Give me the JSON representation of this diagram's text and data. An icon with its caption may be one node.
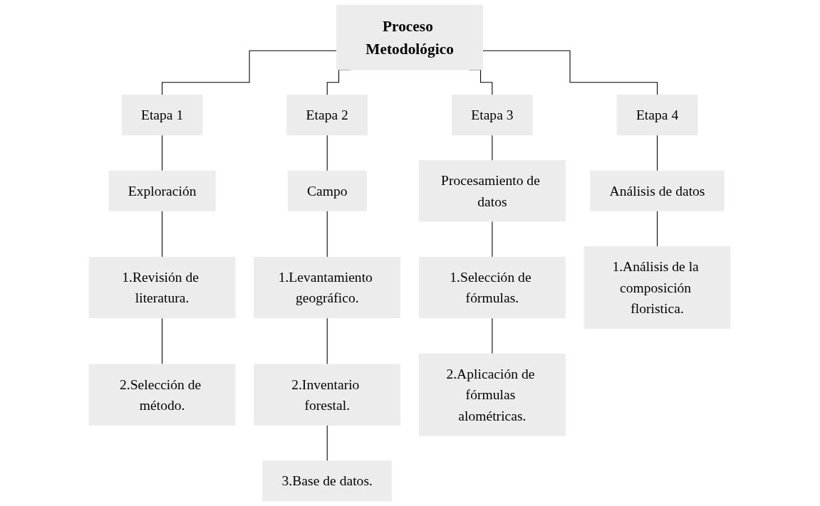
{
  "diagram": {
    "nodes": [
      {
        "text": [
          "Proceso Metodológico"
        ]
      },
      {
        "text": [
          "Etapa 1"
        ]
      },
      {
        "text": [
          "Etapa 2"
        ]
      },
      {
        "text": [
          "Etapa 3"
        ]
      },
      {
        "text": [
          "Etapa 4"
        ]
      },
      {
        "text": [
          "Exploración"
        ]
      },
      {
        "text": [
          "Campo"
        ]
      },
      {
        "text": [
          "Procesamiento de datos"
        ]
      },
      {
        "text": [
          "Análisis de datos"
        ]
      },
      {
        "text": [
          "1.Revisión de literatura."
        ]
      },
      {
        "text": [
          "2.Selección de método."
        ]
      },
      {
        "text": [
          "1.Levantamiento geográfico."
        ]
      },
      {
        "text": [
          "2.Inventario forestal."
        ]
      },
      {
        "text": [
          "3.Base de datos."
        ]
      },
      {
        "text": [
          "1.Selección de fórmulas."
        ]
      },
      {
        "text": [
          "2.Aplicación de fórmulas alométricas."
        ]
      },
      {
        "text": [
          "1.Análisis de la composición floristica."
        ]
      }
    ],
    "edges": [
      {
        "from": 0,
        "to": 1,
        "arrow": "none"
      },
      {
        "from": 0,
        "to": 2,
        "arrow": "none"
      },
      {
        "from": 0,
        "to": 3,
        "arrow": "none"
      },
      {
        "from": 0,
        "to": 4,
        "arrow": "none"
      },
      {
        "from": 1,
        "to": 5,
        "arrow": "none"
      },
      {
        "from": 2,
        "to": 6,
        "arrow": "none"
      },
      {
        "from": 3,
        "to": 7,
        "arrow": "none"
      },
      {
        "from": 4,
        "to": 8,
        "arrow": "none"
      },
      {
        "from": 5,
        "to": 9,
        "arrow": "none"
      },
      {
        "from": 9,
        "to": 10,
        "arrow": "none"
      },
      {
        "from": 6,
        "to": 11,
        "arrow": "none"
      },
      {
        "from": 11,
        "to": 12,
        "arrow": "none"
      },
      {
        "from": 12,
        "to": 13,
        "arrow": "none"
      },
      {
        "from": 7,
        "to": 14,
        "arrow": "none"
      },
      {
        "from": 14,
        "to": 15,
        "arrow": "none"
      },
      {
        "from": 8,
        "to": 16,
        "arrow": "none"
      }
    ]
  }
}
